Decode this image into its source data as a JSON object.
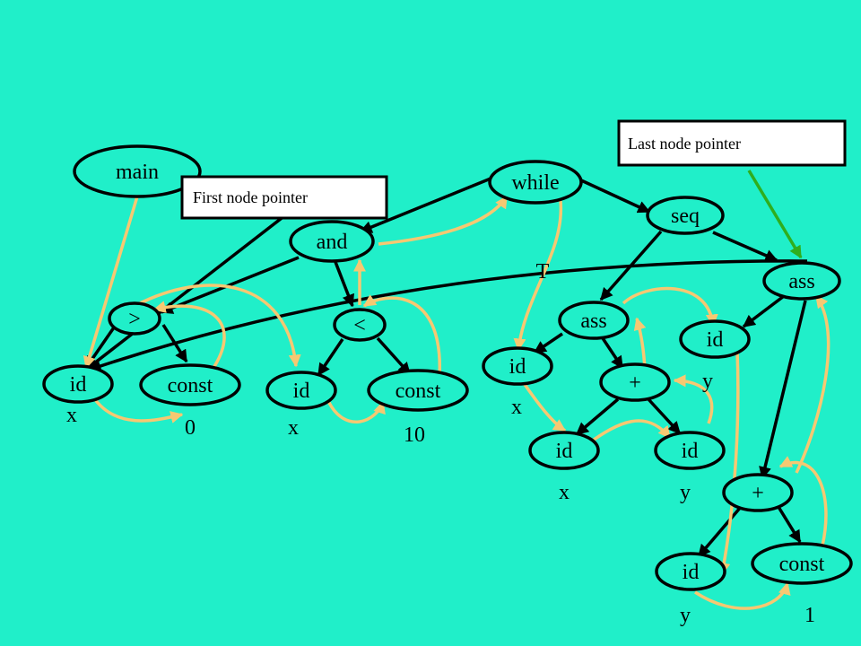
{
  "diagram": {
    "nodes": {
      "main": "main",
      "while": "while",
      "seq": "seq",
      "and": "and",
      "ass_top": "ass",
      "gt": ">",
      "lt": "<",
      "ass_mid": "ass",
      "id_y_top": "id",
      "id_x_left": "id",
      "const_0": "const",
      "id_x_mid": "id",
      "const_10": "const",
      "id_x_right": "id",
      "plus_mid": "+",
      "id_x_low": "id",
      "id_y_low": "id",
      "plus_bottom": "+",
      "id_y_bottom": "id",
      "const_1": "const"
    },
    "leaf_values": {
      "x_left": "x",
      "zero": "0",
      "x_mid": "x",
      "ten": "10",
      "x_right": "x",
      "y_top": "y",
      "x_low": "x",
      "y_low": "y",
      "y_bottom": "y",
      "one": "1"
    },
    "labels": {
      "first_node_pointer": "First node pointer",
      "last_node_pointer": "Last node pointer",
      "true_branch": "T"
    },
    "colors": {
      "background": "#20EFC9",
      "tree_edge": "#000000",
      "thread": "#F6C872",
      "last_pointer": "#2FAE1E"
    }
  }
}
